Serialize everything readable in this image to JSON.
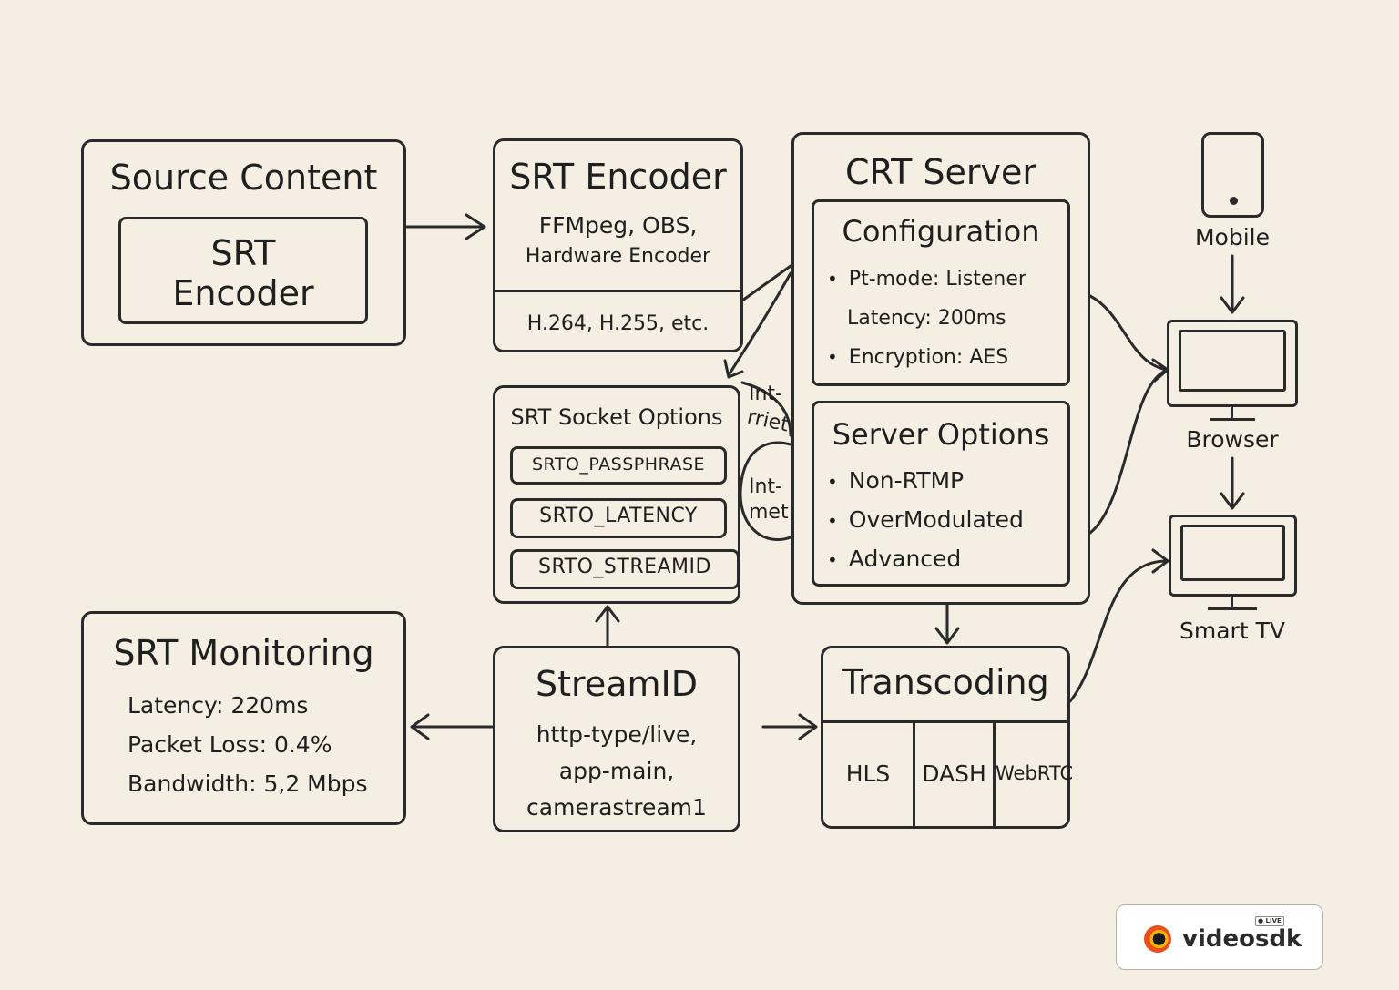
{
  "source_content": {
    "title": "Source Content",
    "inner_label": "SRT\nEncoder"
  },
  "srt_encoder": {
    "title": "SRT Encoder",
    "tools_line1": "FFMpeg, OBS,",
    "tools_line2": "Hardware Encoder",
    "codecs": "H.264, H.255, etc."
  },
  "socket_options": {
    "title": "SRT Socket Options",
    "options": [
      "SRTO_PASSPHRASE",
      "SRTO_LATENCY",
      "SRTO_STREAMID"
    ]
  },
  "side_labels": {
    "upper_1": "Int-",
    "upper_2": "rriet",
    "lower_1": "Int-",
    "lower_2": "met"
  },
  "crt_server": {
    "title": "CRT Server",
    "configuration": {
      "title": "Configuration",
      "line1": "Pt-mode: Listener",
      "line2": "Latency: 200ms",
      "line3": "Encryption: AES"
    },
    "server_options": {
      "title": "Server Options",
      "items": [
        "Non-RTMP",
        "OverModulated",
        "Advanced"
      ]
    }
  },
  "monitoring": {
    "title": "SRT Monitoring",
    "latency": "Latency: 220ms",
    "packet_loss": "Packet Loss: 0.4%",
    "bandwidth": "Bandwidth: 5,2 Mbps"
  },
  "stream_id": {
    "title": "StreamID",
    "line1": "http-type/live,",
    "line2": "app-main,",
    "line3": "camerastream1"
  },
  "transcoding": {
    "title": "Transcoding",
    "formats": [
      "HLS",
      "DASH",
      "WebRTC"
    ]
  },
  "devices": {
    "mobile": "Mobile",
    "browser": "Browser",
    "smart_tv": "Smart TV"
  },
  "logo": {
    "name": "videosdk",
    "badge": "● LIVE"
  }
}
